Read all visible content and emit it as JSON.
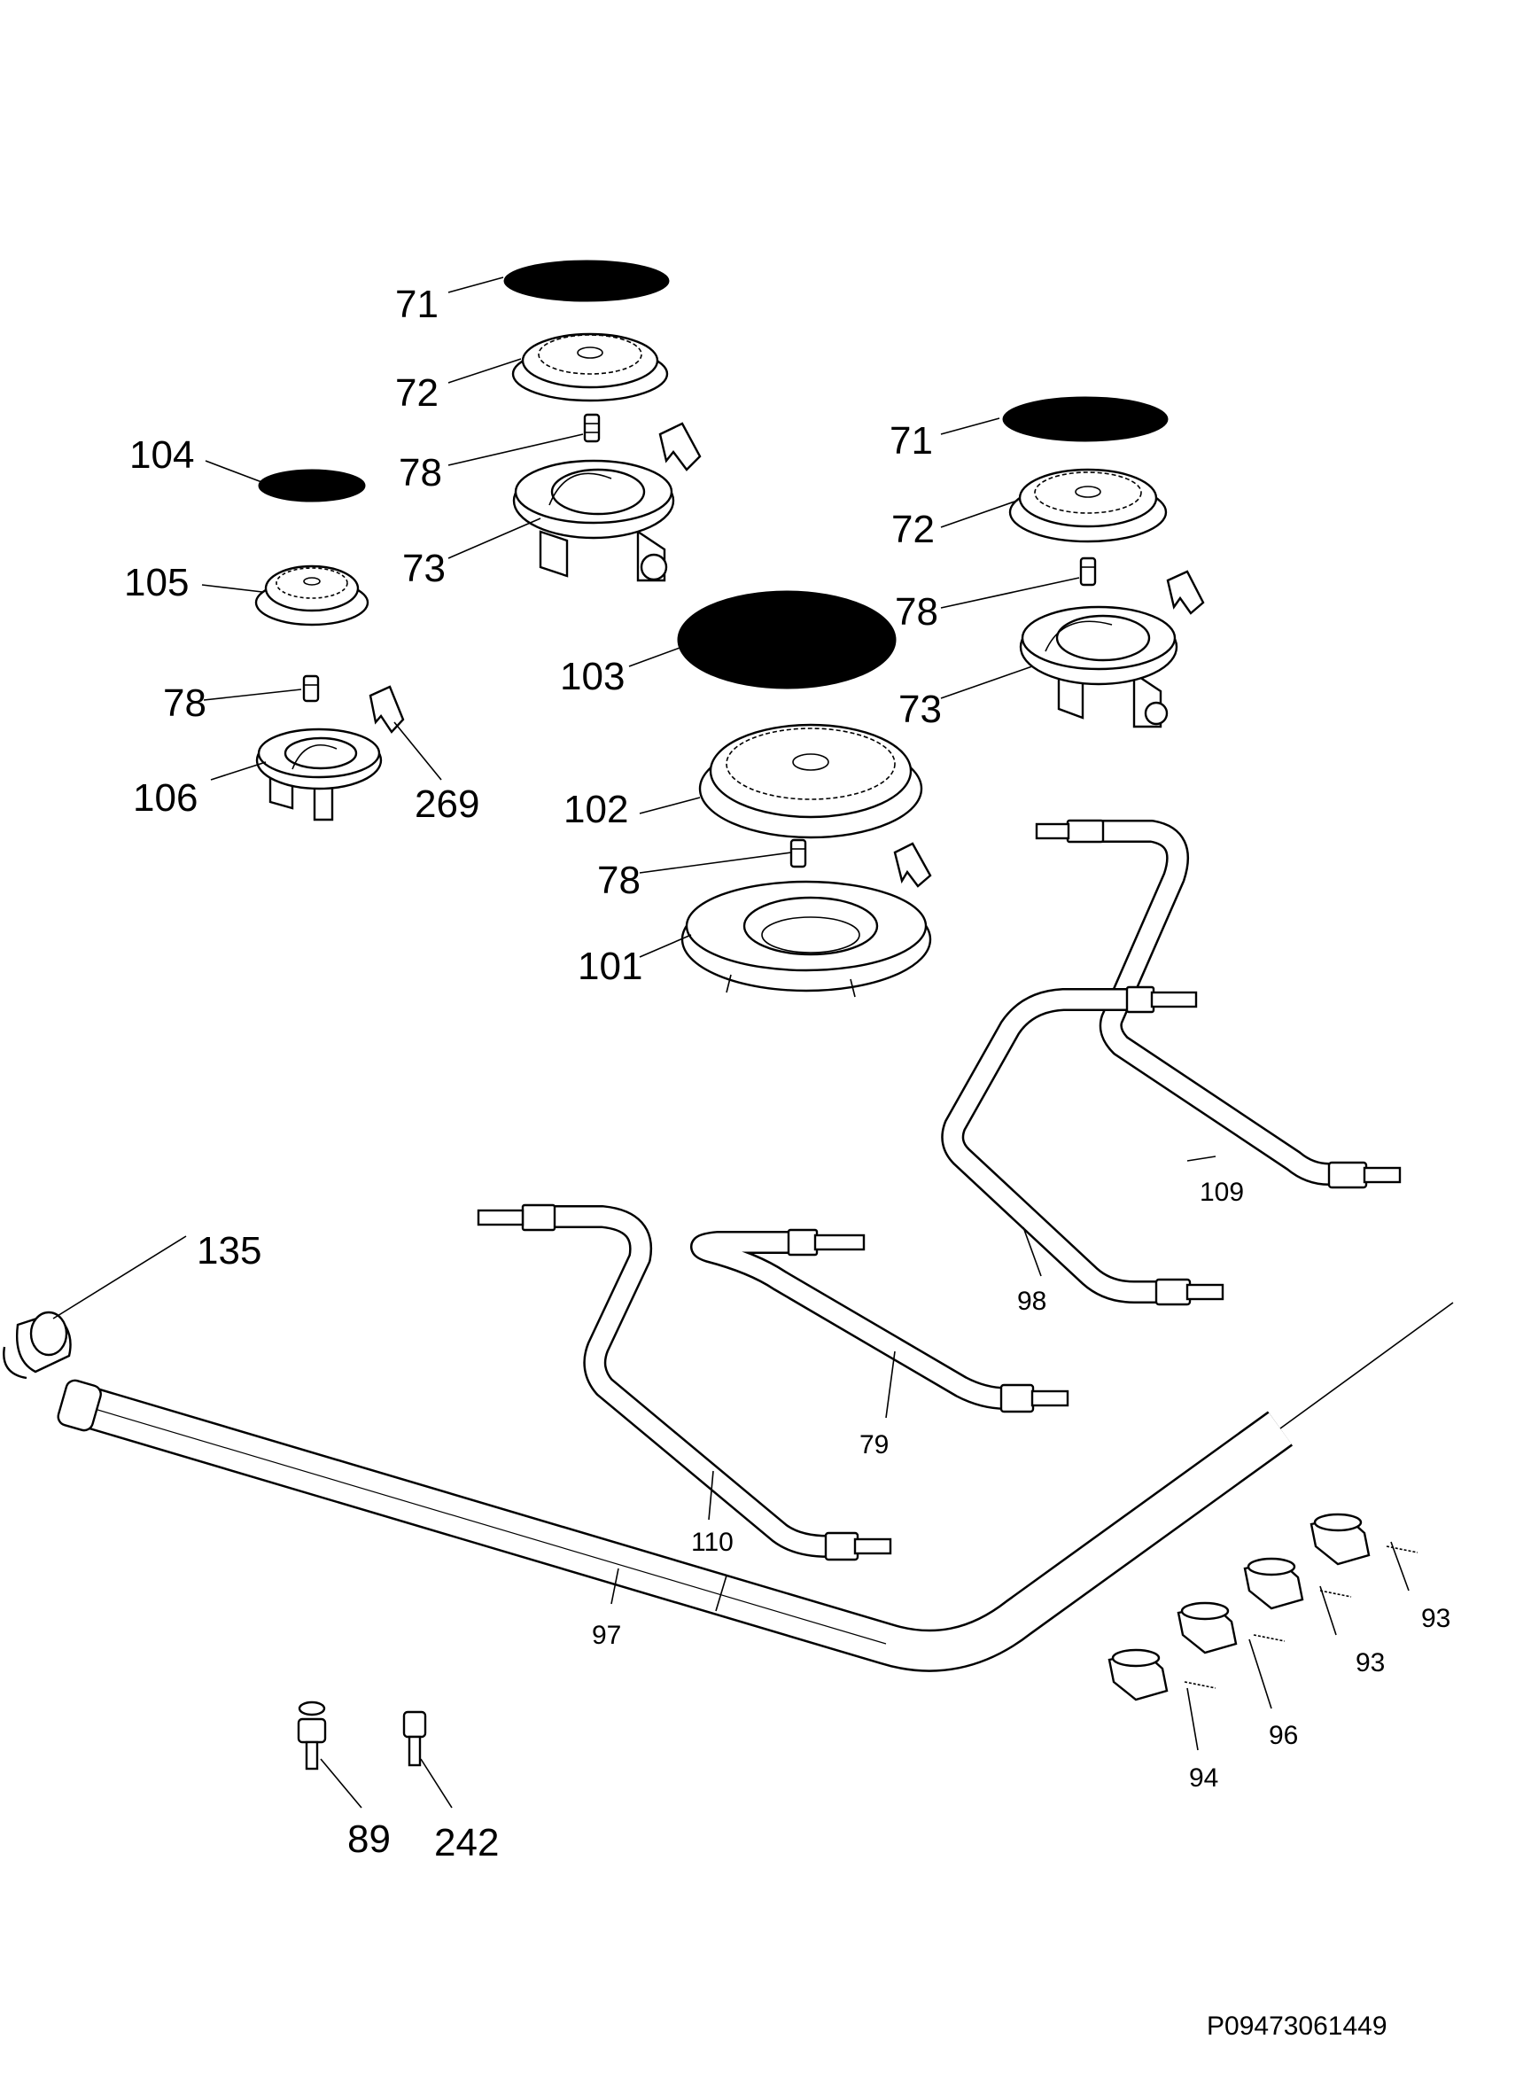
{
  "diagram": {
    "part_labels": {
      "p71a": "71",
      "p72a": "72",
      "p78a": "78",
      "p73a": "73",
      "p104": "104",
      "p105": "105",
      "p78b": "78",
      "p106": "106",
      "p269": "269",
      "p71b": "71",
      "p72b": "72",
      "p78c": "78",
      "p73b": "73",
      "p103": "103",
      "p102": "102",
      "p78d": "78",
      "p101": "101",
      "p109": "109",
      "p98": "98",
      "p135": "135",
      "p79": "79",
      "p110": "110",
      "p97": "97",
      "p93a": "93",
      "p93b": "93",
      "p96": "96",
      "p94": "94",
      "p89": "89",
      "p242": "242"
    },
    "drawing_code": "P09473061449"
  }
}
